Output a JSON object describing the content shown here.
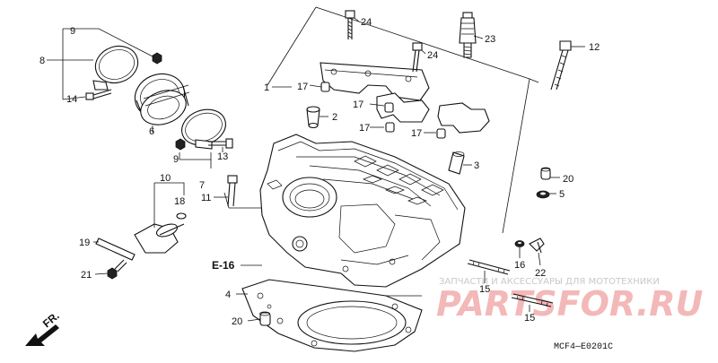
{
  "callouts": {
    "c1": "1",
    "c2": "2",
    "c3": "3",
    "c4": "4",
    "c5": "5",
    "c6": "6",
    "c7": "7",
    "c8": "8",
    "c9a": "9",
    "c9b": "9",
    "c10": "10",
    "c11": "11",
    "c12": "12",
    "c13": "13",
    "c14": "14",
    "c15a": "15",
    "c15b": "15",
    "c16": "16",
    "c17a": "17",
    "c17b": "17",
    "c17c": "17",
    "c18": "18",
    "c19": "19",
    "c20a": "20",
    "c20b": "20",
    "c21": "21",
    "c22": "22",
    "c23": "23",
    "c24a": "24",
    "c24b": "24"
  },
  "ref_label": "E-16",
  "front_label": "FR.",
  "diagram_code": "MCF4—E0201C",
  "watermark": {
    "tagline": "ЗАПЧАСТИ И АКСЕССУАРЫ ДЛЯ МОТОТЕХНИКИ",
    "brand": "PARTSFOR.RU",
    "color": "#f3b8b8"
  }
}
